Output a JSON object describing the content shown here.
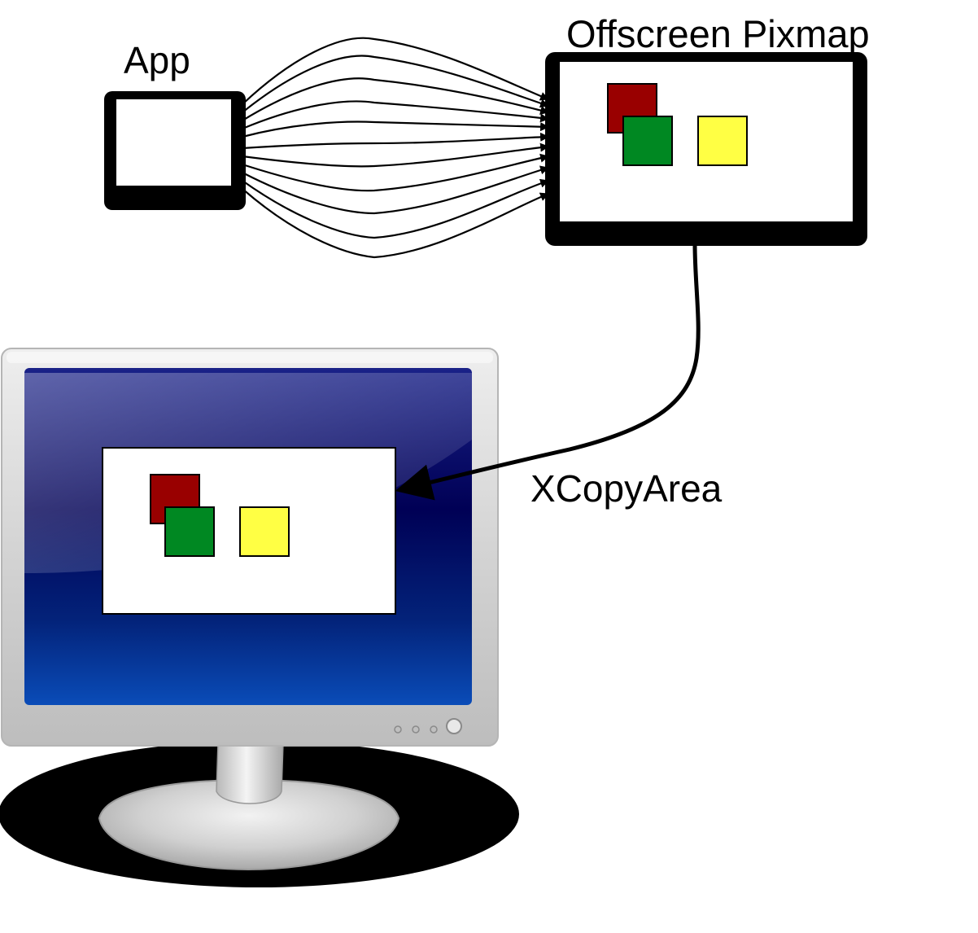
{
  "labels": {
    "app": "App",
    "pixmap": "Offscreen Pixmap",
    "copy_call": "XCopyArea"
  },
  "colors": {
    "square_red": "#990000",
    "square_green": "#008822",
    "square_yellow": "#ffff44",
    "screen_dark": "#000055",
    "screen_blue": "#0a4cb8",
    "bezel": "#d9d9d9"
  }
}
